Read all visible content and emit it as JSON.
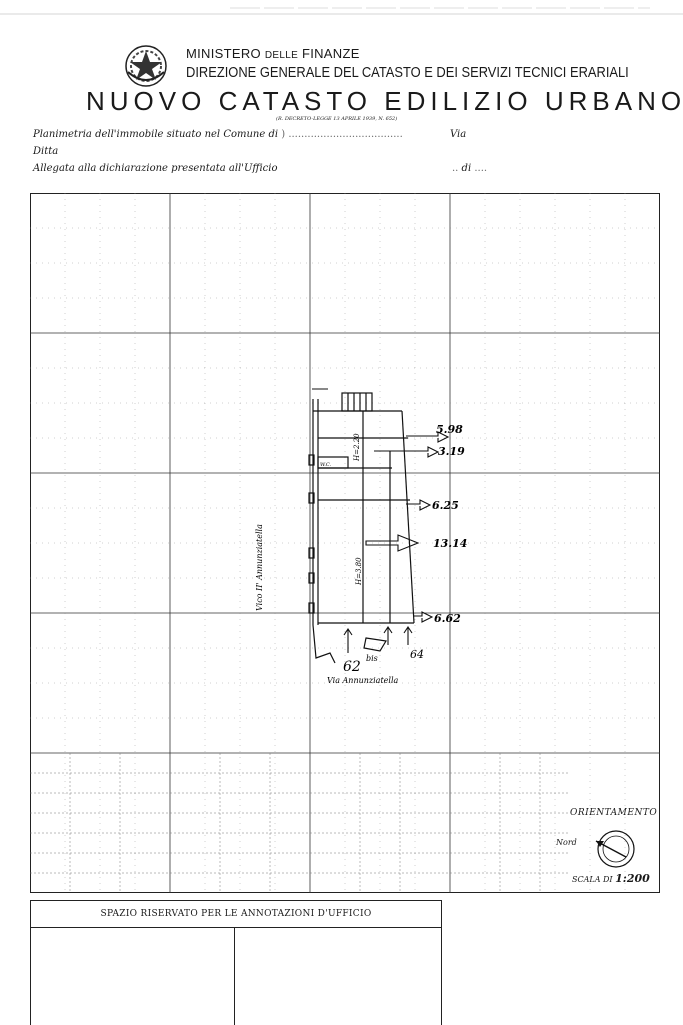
{
  "header": {
    "ministry_prefix": "MINISTERO",
    "ministry_delle": "DELLE",
    "ministry_finanze": "FINANZE",
    "direzione": "DIREZIONE GENERALE DEL CATASTO E DEI SERVIZI TECNICI ERARIALI",
    "nuovo_catasto": "NUOVO CATASTO EDILIZIO URBANO",
    "decreto": "(R. DECRETO-LEGGE 13 APRILE 1939, N. 652)"
  },
  "form": {
    "planimetria_label": "Planimetria dell'immobile situato nel Comune di",
    "via_label": "Via",
    "ditta_label": "Ditta",
    "allegata_label": "Allegata alla dichiarazione presentata all'Ufficio",
    "di_label": "di"
  },
  "plan": {
    "street_left": "Vico II' Annunziatella",
    "street_bottom": "Via Annunziatella",
    "height_upper": "H=2.20",
    "height_lower": "H=3.80",
    "wc_label": "W.C.",
    "dimensions": [
      "5.98",
      "3.19",
      "6.25",
      "13.14",
      "6.62"
    ],
    "entrance_numbers": [
      "62",
      "64"
    ],
    "entrance_small": "bis"
  },
  "orientation": {
    "title": "ORIENTAMENTO",
    "nord": "Nord",
    "scale_prefix": "SCALA DI",
    "scale_value": "1:200"
  },
  "annotations": {
    "title": "SPAZIO RISERVATO PER LE ANNOTAZIONI D'UFFICIO"
  },
  "colors": {
    "ink": "#1a1a1a",
    "grid": "#444444",
    "paper": "#ffffff"
  }
}
